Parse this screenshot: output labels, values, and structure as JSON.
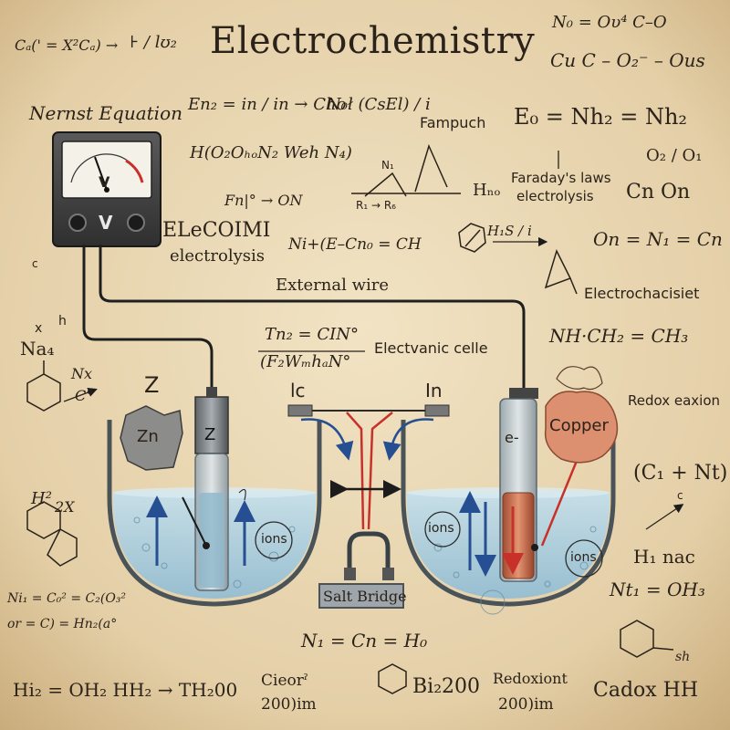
{
  "title": "Electrochemistry",
  "text": {
    "t_top_left": "Cₐ(' = X²Cₐ) →",
    "t_top_left_frac": "⊦ / lʊ₂",
    "t_top_right_1": "N₀ = Oυ⁴ C–O",
    "t_top_right_2": "Cu C – O₂⁻ – Ous",
    "t_nernst": "Nernst Equation",
    "t_en": "En₂ = in / in → Cho",
    "t_nj": "N₀ł (CsEl) / i",
    "t_fampuch": "Fampuch",
    "t_eo": "E₀ = Nh₂ = Nh₂",
    "t_h": "H(O₂OₕₒN₂ Weh N₄)",
    "t_faraday": "Faraday's laws",
    "t_electrolysis_r": "electrolysis",
    "t_hno": "Hₙₒ",
    "t_cn_on": "Cn On",
    "t_o": "O₂ / O₁",
    "t_fn": "Fn|° → ON",
    "t_elecoimi": "ELeCOIMI",
    "t_electrolysis_l": "electrolysis",
    "t_ni": "Ni+(E–Cn₀ = CH",
    "t_hs": "H₁S / i",
    "t_on": "On = N₁ = Cn",
    "t_external_wire": "External wire",
    "t_electrochacisiet": "Electrochacisiet",
    "t_na": "Na₄",
    "t_nx": "Nx",
    "t_co": "C°",
    "t_tn": "Tn₂ = CIN°",
    "t_f2w": "(F₂WₘhₐN°",
    "t_electvanic": "Electvanic celle",
    "t_nh_ch": "NH·CH₂ = CH₃",
    "t_redox_eaxion": "Redox eaxion",
    "t_z": "Z",
    "t_lc": "lc",
    "t_in": "In",
    "t_zn": "Zn",
    "t_z_electrode": "Z",
    "t_eminus": "e-",
    "t_copper": "Copper",
    "t_c1nt": "(C₁ + Nt)",
    "t_h2": "H²",
    "t_2x": "2X",
    "t_ions_left": "ions",
    "t_ions_right1": "ions",
    "t_ions_right2": "ions",
    "t_salt_bridge": "Salt Bridge",
    "t_h1nac": "H₁ nac",
    "t_nt_oh": "Nt₁ = OH₃",
    "t_ni_c": "Ni₁ = C₀² = C₂(O₃²",
    "t_or": "or = C) = Hn₂(a°",
    "t_n1cn": "N₁ = Cn = H₀",
    "t_sh": "sh",
    "t_bottom1": "Hi₂ = OH₂ HH₂ → TH₂00",
    "t_cieor": "Cieorˀ",
    "t_200jim1": "200)im",
    "t_bi": "Bi₂200",
    "t_redoxiont": "Redoxiont",
    "t_200jim2": "200)im",
    "t_cadox": "Cadox HH",
    "t_v": "V",
    "t_v_small": "V",
    "t_c_small": "c",
    "t_h_small": "h",
    "t_x_small": "x",
    "t_r": "R₁ → R₆",
    "t_n_small": "N₁"
  },
  "colors": {
    "background": "#e8d6b4",
    "solution": "#a9cde0",
    "wire_red": "#c8302a",
    "wire_blue": "#254f92",
    "zinc": "#7d7f83",
    "copper": "#d98a66"
  }
}
